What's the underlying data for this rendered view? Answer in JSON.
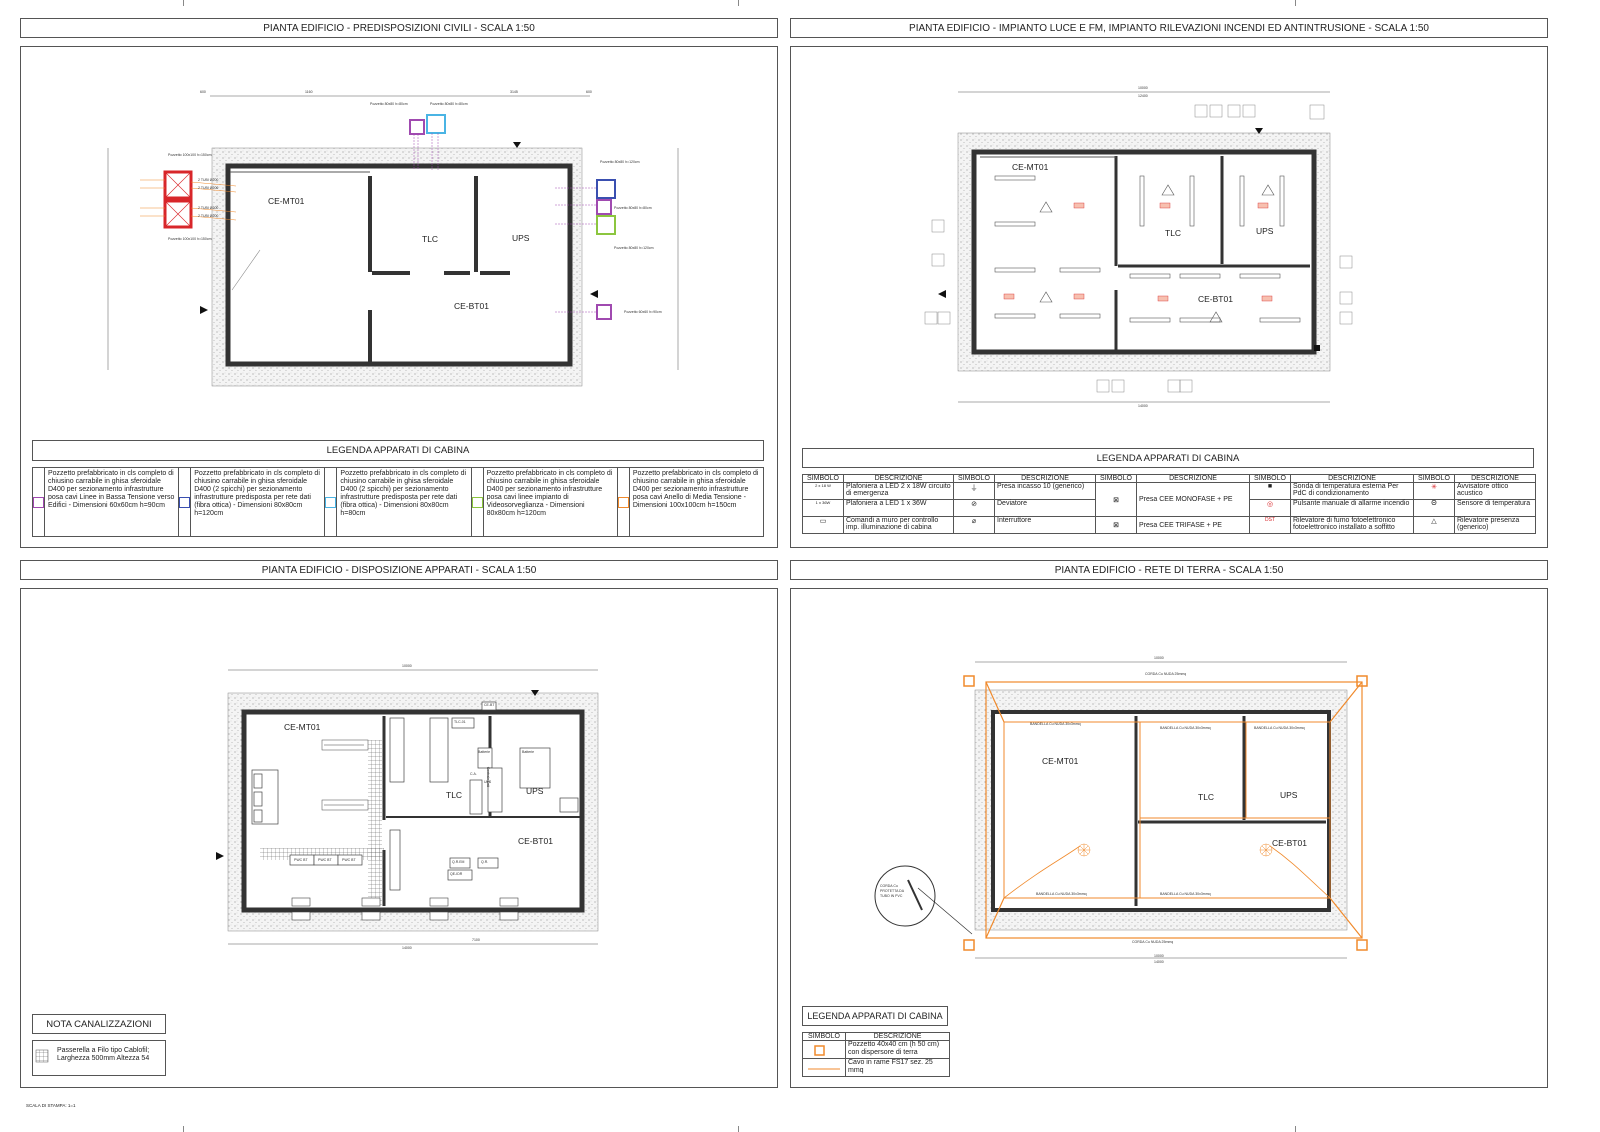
{
  "print_scale": "SCALA DI STAMPA: 1=1",
  "colors": {
    "orange": "#f08a2c",
    "red": "#d8262a",
    "purple": "#a04ab0",
    "cyan": "#4ab4e4",
    "blue": "#3a4fb0",
    "green": "#8cc63f",
    "line": "#3b3b3b",
    "hatch": "#d6d6d6"
  },
  "p1": {
    "title": "PIANTA EDIFICIO - PREDISPOSIZIONI CIVILI  -  SCALA 1:50",
    "rooms": {
      "cemt": "CE-MT01",
      "tlc": "TLC",
      "ups": "UPS",
      "cebt": "CE-BT01"
    },
    "dims_top": [
      "600",
      "1160",
      "3145",
      "600"
    ],
    "pozzetti_top": [
      "Pozzetto 80x80 h=80cm",
      "Pozzetto 80x80 h=80cm"
    ],
    "pozzetti_left": [
      "Pozzetto 100x100 h=150cm",
      "Pozzetto 100x100 h=150cm"
    ],
    "pozzetti_right": [
      "Pozzetto 80x80 h=120cm",
      "Pozzetto 80x80 h=80cm",
      "Pozzetto 80x80 h=120cm",
      "Pozzetto 60x60 h=90cm"
    ],
    "tubi": [
      "2 TUBI Ø200",
      "2 TUBI Ø200",
      "2 TUBI Ø200",
      "2 TUBI Ø200"
    ],
    "legend_title": "LEGENDA APPARATI DI CABINA",
    "legend": [
      {
        "icon": "purple",
        "text": "Pozzetto prefabbricato in cls completo di chiusino carrabile in ghisa sferoidale D400 per sezionamento infrastrutture posa cavi Linee in Bassa Tensione verso Edifici - Dimensioni 60x60cm h=90cm"
      },
      {
        "icon": "blue",
        "text": "Pozzetto prefabbricato in cls completo di chiusino carrabile in ghisa sferoidale D400 (2 spicchi) per sezionamento infrastrutture predisposta per rete dati (fibra ottica) - Dimensioni 80x80cm h=120cm"
      },
      {
        "icon": "cyan",
        "text": "Pozzetto prefabbricato in cls completo di chiusino carrabile in ghisa sferoidale D400 (2 spicchi) per sezionamento infrastrutture predisposta per rete dati (fibra ottica) - Dimensioni 80x80cm h=80cm"
      },
      {
        "icon": "green",
        "text": "Pozzetto prefabbricato in cls completo di chiusino carrabile in ghisa sferoidale D400 per sezionamento infrastrutture posa cavi linee impianto di Videosorveglianza - Dimensioni 80x80cm h=120cm"
      },
      {
        "icon": "orange",
        "text": "Pozzetto prefabbricato in cls completo di chiusino carrabile in ghisa sferoidale D400 per sezionamento infrastrutture posa cavi Anello di Media Tensione - Dimensioni 100x100cm h=150cm"
      }
    ]
  },
  "p2": {
    "title": "PIANTA EDIFICIO - IMPIANTO LUCE E FM, IMPIANTO RILEVAZIONI INCENDI ED ANTINTRUSIONE  -  SCALA 1:50",
    "rooms": {
      "cemt": "CE-MT01",
      "tlc": "TLC",
      "ups": "UPS",
      "cebt": "CE-BT01"
    },
    "dims": [
      "10000",
      "12400",
      "14000"
    ],
    "legend_title": "LEGENDA APPARATI DI CABINA",
    "headers": {
      "sym": "SIMBOLO",
      "desc": "DESCRIZIONE"
    },
    "col1": [
      "Plafoniera a LED 2 x 18W circuito di emergenza",
      "Plafoniera a LED 1 x 36W",
      "Comandi a muro per controllo imp. illuminazione di cabina"
    ],
    "col1_syms": [
      "2 x 18 W",
      "1 x 36W",
      ""
    ],
    "col2": [
      "Presa incasso 10 (generico)",
      "Deviatore",
      "Interruttore"
    ],
    "col3": [
      "Presa CEE MONOFASE + PE",
      "Presa CEE TRIFASE + PE"
    ],
    "col4": [
      "Sonda di temperatura esterna Per PdC di condizionamento",
      "Pulsante manuale di allarme incendio",
      "Rilevatore di fumo fotoelettronico fotoelettronico installato a soffitto"
    ],
    "col4_syms": [
      "",
      "",
      "DST"
    ],
    "col5": [
      "Avvisatore ottico acustico",
      "Sensore di temperatura",
      "Rilevatore presenza (generico)"
    ]
  },
  "p3": {
    "title": "PIANTA EDIFICIO - DISPOSIZIONE APPARATI  -  SCALA 1:50",
    "rooms": {
      "cemt": "CE-MT01",
      "tlc": "TLC",
      "ups": "UPS",
      "cebt": "CE-BT01"
    },
    "dims": [
      "10000",
      "14000",
      "7100"
    ],
    "items": [
      "PWC BT",
      "PWC BT",
      "PWC BT",
      "Batterie",
      "Batterie",
      "UPS",
      "CE-BT",
      "Q.R.EM",
      "Q.R.",
      "QE-IDR",
      "TLC-01",
      "Centrale Dati",
      "C.A."
    ],
    "nota_title": "NOTA CANALIZZAZIONI",
    "nota_text": "Passerella a Filo tipo Cablofil; Larghezza 500mm Altezza 54"
  },
  "p4": {
    "title": "PIANTA EDIFICIO - RETE DI TERRA  -  SCALA 1:50",
    "rooms": {
      "cemt": "CE-MT01",
      "tlc": "TLC",
      "ups": "UPS",
      "cebt": "CE-BT01"
    },
    "dims": [
      "10000",
      "14000"
    ],
    "corda": "CORDA Cu NUDA 25mmq",
    "bandella": "BANDELLA Cu NUDA 30x3mmq",
    "detail": "CORDA Cu PROTETTA DA TUBO IN PVC",
    "legend_title": "LEGENDA APPARATI DI CABINA",
    "headers": {
      "sym": "SIMBOLO",
      "desc": "DESCRIZIONE"
    },
    "rows": [
      "Pozzetto 40x40 cm (h 50 cm) con dispersore di terra",
      "Cavo in rame FS17 sez. 25 mmq"
    ]
  }
}
